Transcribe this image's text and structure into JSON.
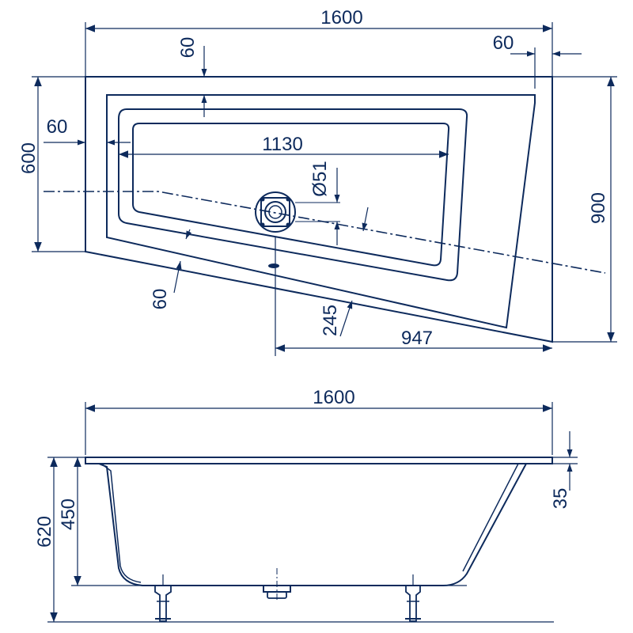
{
  "colors": {
    "ink": "#0d2a5c",
    "background": "#ffffff"
  },
  "top_view": {
    "overall_length": "1600",
    "rim_offset_right": "60",
    "rim_offset_top": "60",
    "rim_offset_left": "60",
    "inner_length": "1130",
    "drain_diameter": "Ø51",
    "short_side_width": "600",
    "long_side_width": "900",
    "rim_offset_bottom": "60",
    "drain_offset": "245",
    "drain_to_corner": "947"
  },
  "side_view": {
    "overall_length": "1600",
    "total_height": "620",
    "inner_depth": "450",
    "rim_thickness": "35"
  }
}
